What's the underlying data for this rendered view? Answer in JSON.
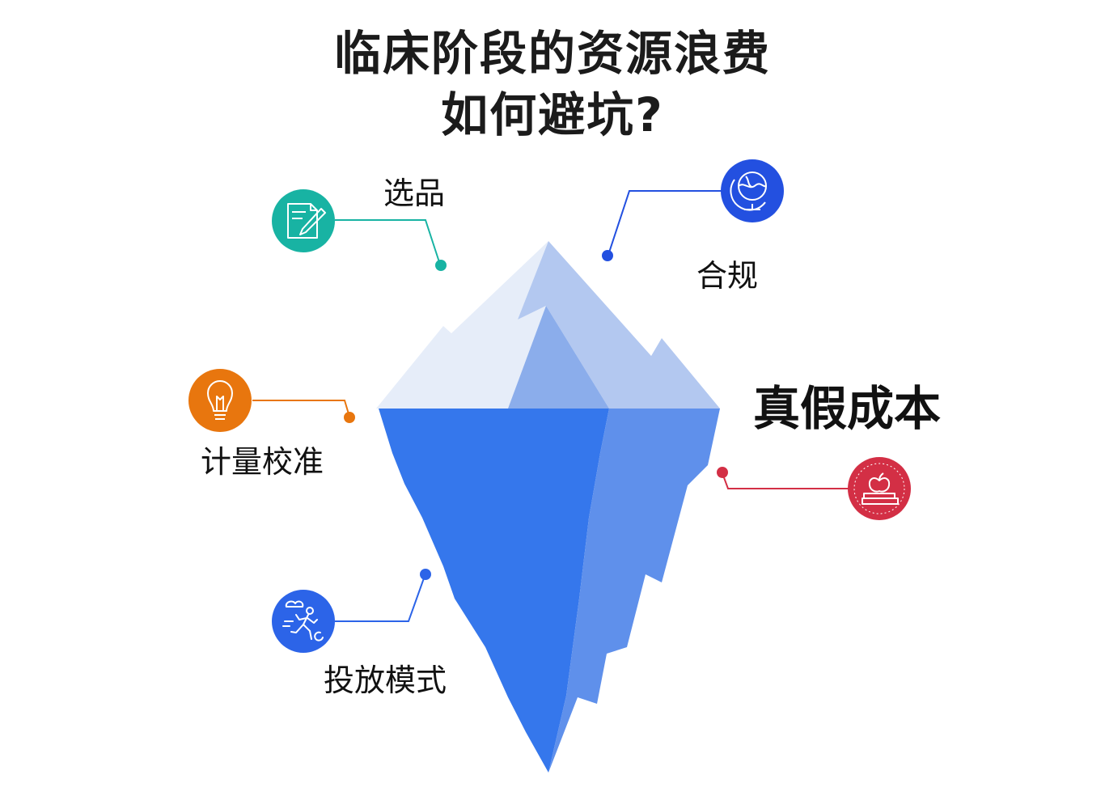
{
  "title": {
    "line1": "临床阶段的资源浪费",
    "line2": "如何避坑?"
  },
  "nodes": [
    {
      "key": "selection",
      "label": "选品",
      "icon": "document-pencil-icon",
      "color": "#18b3a3"
    },
    {
      "key": "compliance",
      "label": "合规",
      "icon": "globe-icon",
      "color": "#2350e0"
    },
    {
      "key": "calibration",
      "label": "计量校准",
      "icon": "lightbulb-icon",
      "color": "#e8760e"
    },
    {
      "key": "real_cost",
      "label": "真假成本",
      "icon": "apple-books-icon",
      "color": "#d32f45"
    },
    {
      "key": "delivery_mode",
      "label": "投放模式",
      "icon": "running-person-icon",
      "color": "#2c64e8"
    }
  ],
  "colors": {
    "iceberg_top_light": "#e6edf9",
    "iceberg_top_mid": "#b3c8f0",
    "iceberg_top_core": "#8badeb",
    "iceberg_bottom_main": "#3577ec",
    "iceberg_bottom_side": "#5f90eb"
  }
}
